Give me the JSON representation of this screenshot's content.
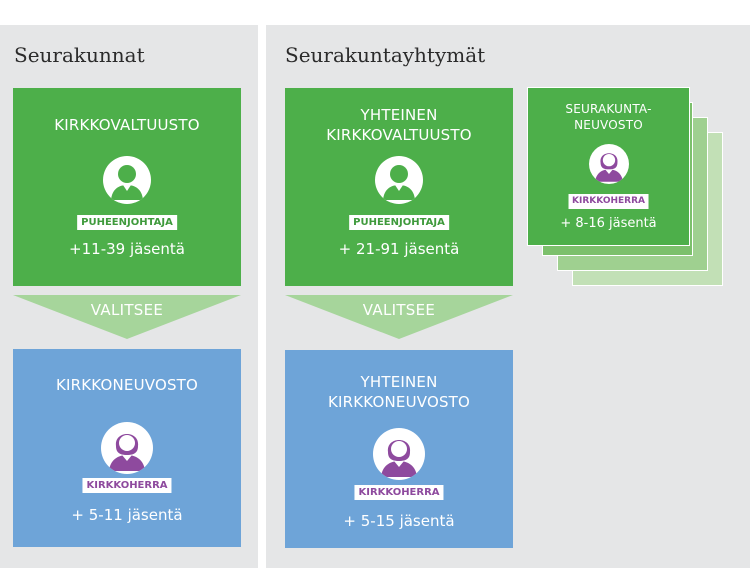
{
  "panels": {
    "left_title": "Seurakunnat",
    "right_title": "Seurakuntayhtymät"
  },
  "left": {
    "council": {
      "title": "KIRKKOVALTUUSTO",
      "role": "PUHEENJOHTAJA",
      "count": "+11-39 jäsentä",
      "icon": "male-person-icon"
    },
    "arrow_label": "VALITSEE",
    "board": {
      "title": "KIRKKONEUVOSTO",
      "role": "KIRKKOHERRA",
      "count": "+ 5-11 jäsentä",
      "icon": "female-person-icon"
    }
  },
  "right": {
    "council": {
      "title_line1": "YHTEINEN",
      "title_line2": "KIRKKOVALTUUSTO",
      "role": "PUHEENJOHTAJA",
      "count": "+ 21-91 jäsentä",
      "icon": "male-person-icon"
    },
    "arrow_label": "VALITSEE",
    "board": {
      "title_line1": "YHTEINEN",
      "title_line2": "KIRKKONEUVOSTO",
      "role": "KIRKKOHERRA",
      "count": "+ 5-15 jäsentä",
      "icon": "female-person-icon"
    },
    "parish_council": {
      "title_line1": "SEURAKUNTA-",
      "title_line2": "NEUVOSTO",
      "role": "KIRKKOHERRA",
      "count": "+ 8-16 jäsentä",
      "icon": "female-person-icon"
    }
  },
  "colors": {
    "green": "#4daf4a",
    "blue": "#6ea4d8",
    "arrow": "#a6d59b",
    "purple": "#8e4a9e",
    "panel_bg": "#e5e6e7"
  }
}
